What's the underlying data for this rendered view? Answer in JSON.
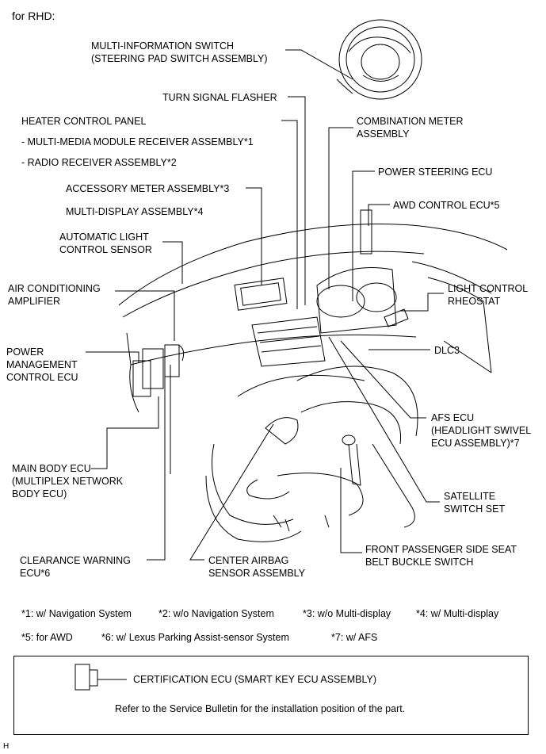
{
  "header": "for RHD:",
  "labels": {
    "multi_info_switch": "MULTI-INFORMATION SWITCH\n(STEERING PAD SWITCH ASSEMBLY)",
    "turn_signal_flasher": "TURN SIGNAL FLASHER",
    "heater_control_panel": "HEATER CONTROL PANEL",
    "multimedia_module": "- MULTI-MEDIA MODULE RECEIVER ASSEMBLY*1",
    "radio_receiver": "- RADIO RECEIVER ASSEMBLY*2",
    "accessory_meter": "ACCESSORY METER ASSEMBLY*3",
    "multi_display": "MULTI-DISPLAY ASSEMBLY*4",
    "auto_light_sensor": "AUTOMATIC LIGHT\nCONTROL SENSOR",
    "air_conditioning_amp": "AIR CONDITIONING\nAMPLIFIER",
    "power_mgmt_ecu": "POWER\nMANAGEMENT\nCONTROL ECU",
    "main_body_ecu": "MAIN BODY ECU\n(MULTIPLEX NETWORK\nBODY ECU)",
    "clearance_warning": "CLEARANCE WARNING\nECU*6",
    "center_airbag": "CENTER AIRBAG\nSENSOR ASSEMBLY",
    "combination_meter": "COMBINATION METER\nASSEMBLY",
    "power_steering_ecu": "POWER STEERING ECU",
    "awd_control_ecu": "AWD CONTROL ECU*5",
    "light_control_rheostat": "LIGHT CONTROL\nRHEOSTAT",
    "dlc3": "DLC3",
    "afs_ecu": "AFS ECU\n(HEADLIGHT SWIVEL\nECU ASSEMBLY)*7",
    "satellite_switch": "SATELLITE\nSWITCH SET",
    "front_passenger_buckle": "FRONT PASSENGER SIDE SEAT\nBELT BUCKLE SWITCH"
  },
  "footnotes": {
    "n1": "*1: w/ Navigation System",
    "n2": "*2: w/o Navigation System",
    "n3": "*3: w/o Multi-display",
    "n4": "*4: w/ Multi-display",
    "n5": "*5: for AWD",
    "n6": "*6: w/ Lexus Parking Assist-sensor System",
    "n7": "*7: w/ AFS"
  },
  "certification_box": {
    "title": "CERTIFICATION ECU (SMART KEY ECU ASSEMBLY)",
    "note": "Refer to the Service Bulletin for the installation position of the part."
  },
  "corner_mark": "H"
}
